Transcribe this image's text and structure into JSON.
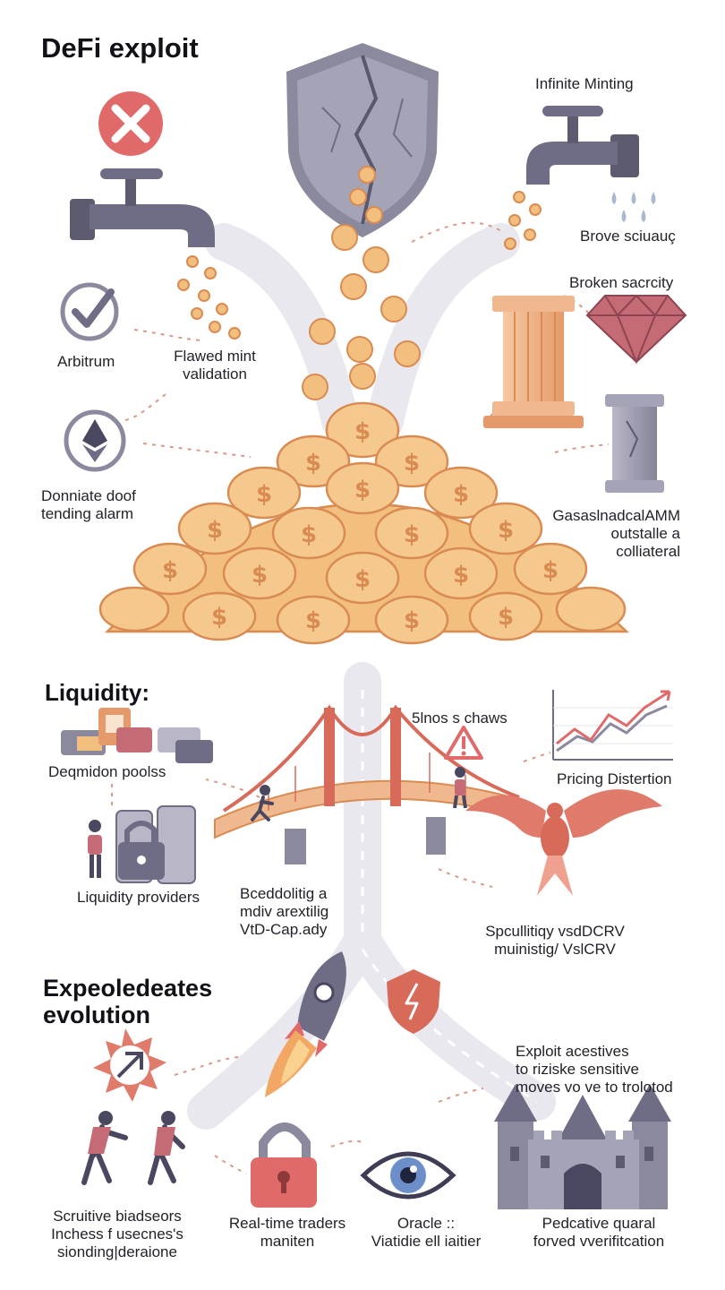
{
  "headings": {
    "defi_exploit": "DeFi exploit",
    "liquidity": "Liquidity:",
    "evolution_line1": "Expeoledeates",
    "evolution_line2": "evolution"
  },
  "labels": {
    "infinite_minting": "Infinite Minting",
    "brove_sciuaug": "Brove sciuauç",
    "broken_security": "Broken sacrcity",
    "arbitrum": "Arbitrum",
    "flawed_mint_1": "Flawed mint",
    "flawed_mint_2": "validation",
    "donate_1": "Donniate doof",
    "donate_2": "tending alarm",
    "gasas_1": "GasaslnadcalAMM",
    "gasas_2": "outstalle a",
    "gasas_3": "colliateral",
    "deqmidon_pools": "Deqmidon poolss",
    "slnos_chaws": "5lnos s chaws",
    "pricing_distortion": "Pricing Distertion",
    "liquidity_providers": "Liquidity providers",
    "bcedd_1": "Bceddolitig a",
    "bcedd_2": "mdiv arextilig",
    "bcedd_3": "VtD-Cap.ady",
    "spculid_1": "Spcullitiqy vsdDCRV",
    "spculid_2": "muinistig/ VslCRV",
    "exploit_acc_1": "Exploit acestives",
    "exploit_acc_2": "to riziske sensitive",
    "exploit_acc_3": "moves vo ve to trolotod",
    "scuitive_1": "Scruitive biadseors",
    "scuitive_2": "Inchess f usecnes's",
    "scuitive_3": "sionding|deraione",
    "realtime_1": "Real-time traders",
    "realtime_2": "maniten",
    "oracle_1": "Oracle ::",
    "oracle_2": "Viatidie ell iaitier",
    "pedative_1": "Pedcative quaral",
    "pedative_2": "forved vverifitcation"
  },
  "icons": {
    "error": "x-circle-icon",
    "faucet": "faucet-icon",
    "shield": "broken-shield-icon",
    "check": "check-circle-icon",
    "ethereum": "ethereum-icon",
    "gem": "gem-icon",
    "pillar": "pillar-icon",
    "bridge": "bridge-icon",
    "warning": "warning-icon",
    "chart": "chart-icon",
    "phoenix": "phoenix-icon",
    "rocket": "rocket-icon",
    "lock": "lock-icon",
    "eye": "eye-icon",
    "castle": "castle-icon"
  },
  "colors": {
    "coin": "#f2bf7e",
    "coin_edge": "#d98b52",
    "accent_red": "#e06a6a",
    "slate": "#6f6d86",
    "road": "#e9e8ef"
  }
}
